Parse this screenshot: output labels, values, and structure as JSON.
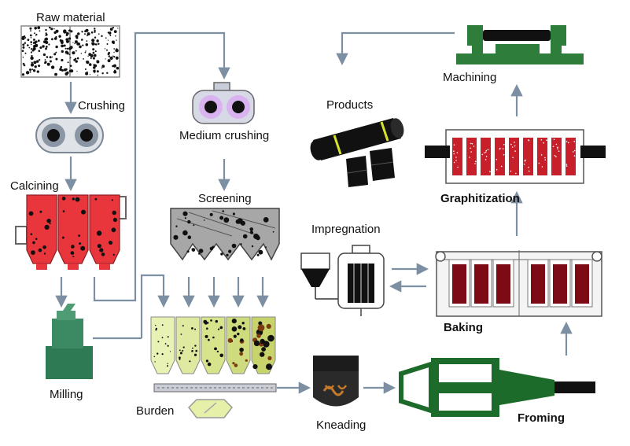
{
  "stages": {
    "raw_material": "Raw material",
    "crushing": "Crushing",
    "calcining": "Calcining",
    "milling": "Milling",
    "medium_crushing": "Medium crushing",
    "screening": "Screening",
    "burden": "Burden",
    "kneading": "Kneading",
    "froming": "Froming",
    "impregnation": "Impregnation",
    "baking": "Baking",
    "graphitization": "Graphitization",
    "machining": "Machining",
    "products": "Products"
  },
  "colors": {
    "arrow": "#7d8fa3",
    "calciner_red": "#e8363c",
    "screen_gray": "#a7a7a7",
    "burden_yellow": "#dfe9a0",
    "former_green": "#1d6b2a",
    "machine_green": "#2e7d3a",
    "baking_dark_red": "#7d0b16",
    "graphite_red": "#c8202b",
    "kneader_black": "#2a2a2a"
  }
}
